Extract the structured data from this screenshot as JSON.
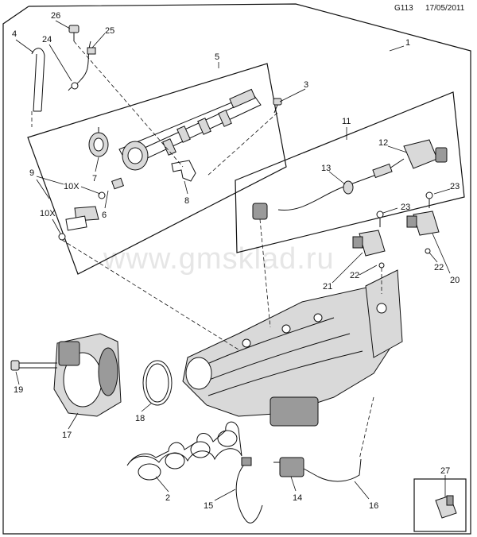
{
  "header": {
    "code": "G113",
    "date": "17/05/2011"
  },
  "watermark": "www.gmsklad.ru",
  "callouts": {
    "c1": "1",
    "c2": "2",
    "c3": "3",
    "c4": "4",
    "c5": "5",
    "c6": "6",
    "c7": "7",
    "c8": "8",
    "c9": "9",
    "c10x_a": "10X",
    "c10x_b": "10X",
    "c11": "11",
    "c12": "12",
    "c13": "13",
    "c14": "14",
    "c15": "15",
    "c16": "16",
    "c17": "17",
    "c18": "18",
    "c19": "19",
    "c20": "20",
    "c21": "21",
    "c22_a": "22",
    "c22_b": "22",
    "c23_a": "23",
    "c23_b": "23",
    "c24": "24",
    "c25": "25",
    "c26": "26",
    "c27": "27"
  }
}
